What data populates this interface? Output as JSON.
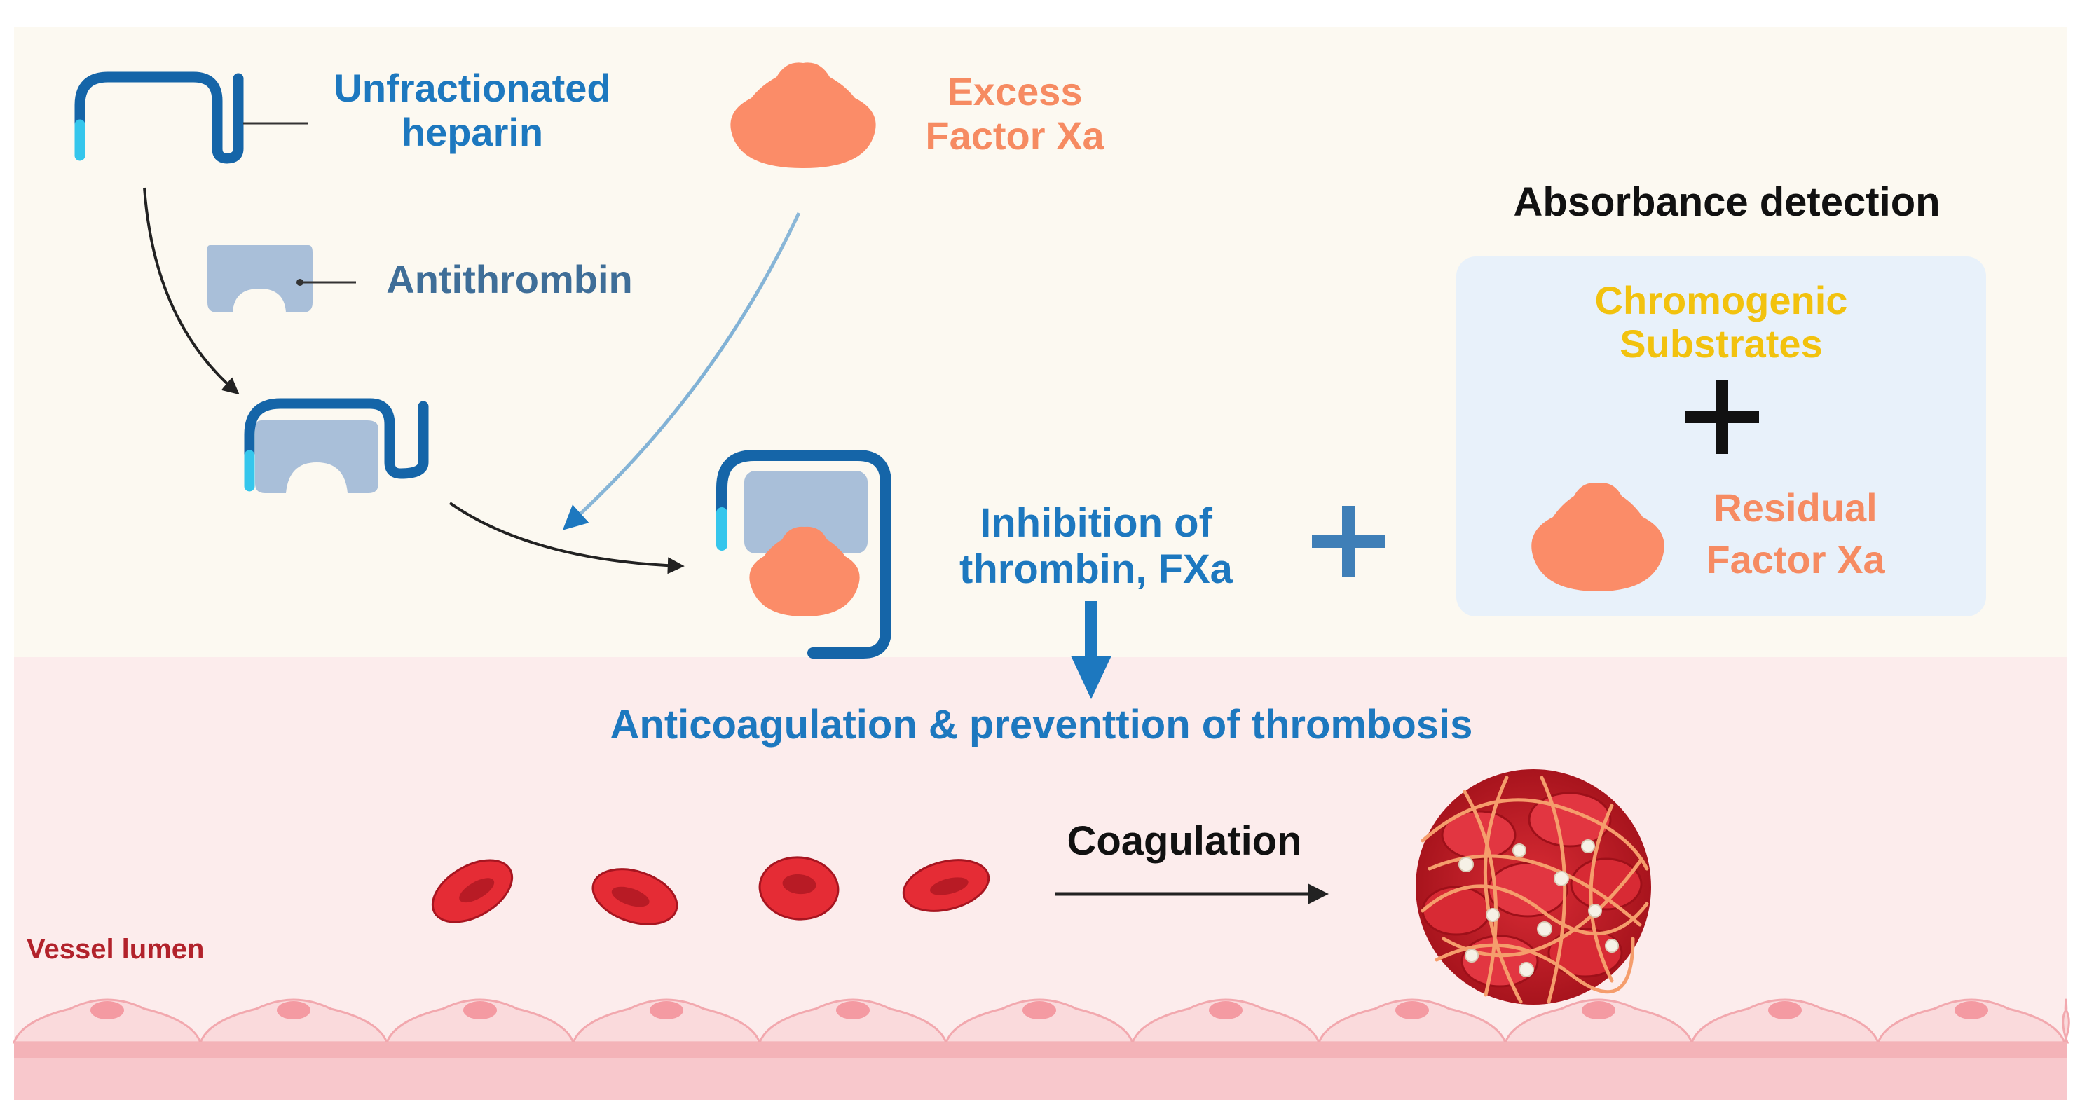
{
  "labels": {
    "heparin_line1": "Unfractionated",
    "heparin_line2": "heparin",
    "antithrombin": "Antithrombin",
    "excess_line1": "Excess",
    "excess_line2": "Factor Xa",
    "absorbance_title": "Absorbance detection",
    "chromogenic_line1": "Chromogenic",
    "chromogenic_line2": "Substrates",
    "residual_line1": "Residual",
    "residual_line2": "Factor Xa",
    "inhibition_line1": "Inhibition of",
    "inhibition_line2": "thrombin, FXa",
    "anticoagulation": "Anticoagulation & preventtion of thrombosis",
    "coagulation": "Coagulation",
    "vessel_lumen": "Vessel lumen"
  },
  "colors": {
    "panel_top_bg": "#fcf9f1",
    "panel_bottom_bg": "#fcecec",
    "heparin_blue": "#1565a8",
    "heparin_cyan": "#35c6ec",
    "label_blue": "#1d78bf",
    "antithrombin_fill": "#a9bfd9",
    "antithrombin_text": "#3f6e98",
    "factor_xa": "#fb8c68",
    "factor_xa_text": "#f68b62",
    "chromogenic_yellow": "#f2c20e",
    "detection_box": "#e8f1fa",
    "plus_blue": "#3f7fb7",
    "rbc_red": "#e52c35",
    "vessel_text": "#b2222b",
    "endothelium": "#fadadc",
    "endothelium_stroke": "#f2a8ae"
  },
  "icons": {
    "heparin": "heparin-strand-icon",
    "antithrombin": "antithrombin-protein-icon",
    "factor_xa": "factor-xa-protein-icon",
    "complex": "heparin-antithrombin-factor-xa-complex-icon",
    "rbc": "red-blood-cell-icon",
    "clot": "blood-clot-icon"
  }
}
